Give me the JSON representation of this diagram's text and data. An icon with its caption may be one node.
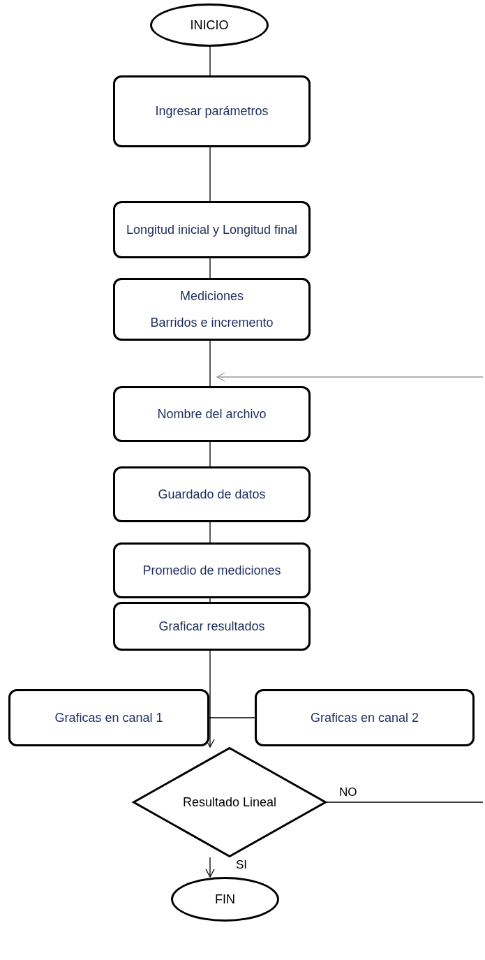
{
  "diagram": {
    "nodes": [
      {
        "text": [
          "INICIO"
        ]
      },
      {
        "text": [
          "Ingresar parámetros"
        ]
      },
      {
        "text": [
          "Longitud inicial y Longitud final"
        ]
      },
      {
        "text": [
          "Mediciones",
          "Barridos e incremento"
        ]
      },
      {
        "text": [
          "Nombre del archivo"
        ]
      },
      {
        "text": [
          "Guardado de datos"
        ]
      },
      {
        "text": [
          "Promedio de mediciones"
        ]
      },
      {
        "text": [
          "Graficar resultados"
        ]
      },
      {
        "text": [
          "Graficas en canal 1"
        ]
      },
      {
        "text": [
          "Graficas en canal 2"
        ]
      },
      {
        "text": [
          "Resultado Lineal"
        ]
      },
      {
        "text": [
          "FIN"
        ]
      }
    ],
    "edges": [
      {
        "from": 0,
        "to": 1,
        "arrow": "none"
      },
      {
        "from": 1,
        "to": 2,
        "arrow": "none"
      },
      {
        "from": 2,
        "to": 3,
        "arrow": "none"
      },
      {
        "from": 3,
        "to": 4,
        "arrow": "none"
      },
      {
        "from": 4,
        "to": 5,
        "arrow": "none"
      },
      {
        "from": 5,
        "to": 6,
        "arrow": "none"
      },
      {
        "from": 6,
        "to": 7,
        "arrow": "none"
      },
      {
        "from": 7,
        "to": 10,
        "arrow": "to"
      },
      {
        "from": 8,
        "to": 9,
        "arrow": "none"
      },
      {
        "from": 10,
        "to": 11,
        "arrow": "to",
        "label": "SI"
      },
      {
        "from": 10,
        "to": null,
        "arrow": "none",
        "label": "NO"
      },
      {
        "from": null,
        "to": 4,
        "arrow": "to",
        "color": "#999999"
      }
    ]
  }
}
